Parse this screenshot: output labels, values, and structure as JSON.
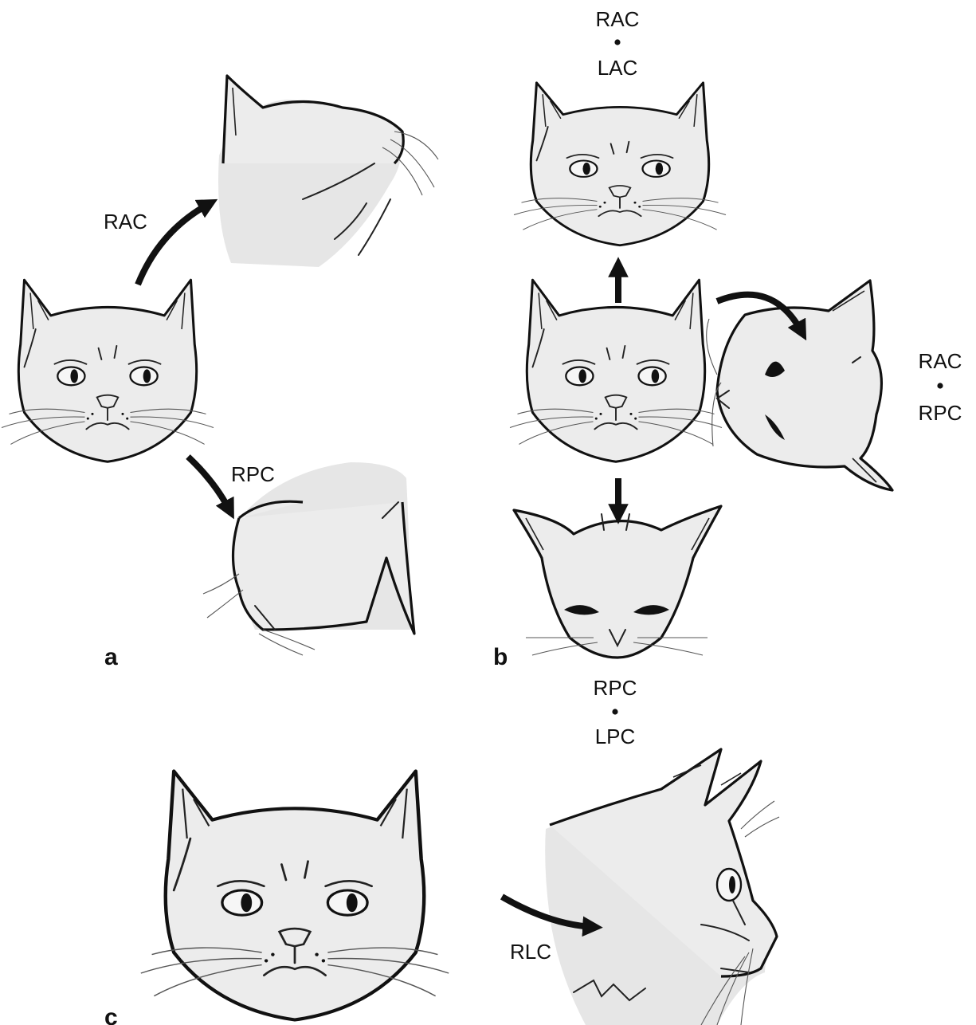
{
  "panels": {
    "a": {
      "letter": "a",
      "label_up": "RAC",
      "label_down": "RPC"
    },
    "b": {
      "letter": "b",
      "top_label_1": "RAC",
      "top_label_2": "LAC",
      "right_label_1": "RAC",
      "right_label_2": "RPC",
      "bottom_label_1": "RPC",
      "bottom_label_2": "LPC"
    },
    "c": {
      "letter": "c",
      "label": "RLC"
    }
  }
}
